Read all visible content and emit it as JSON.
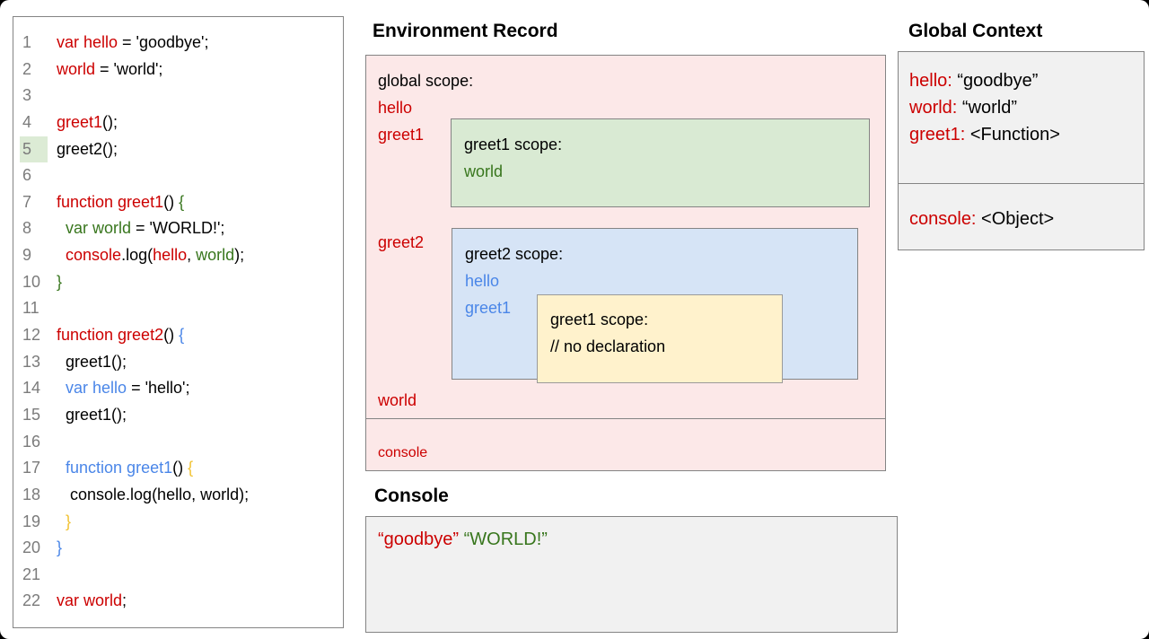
{
  "colors": {
    "r": "#cc0000",
    "g": "#38761d",
    "b": "#4a86e8",
    "o": "#f1c232",
    "k": "#000000",
    "line_number": "#7b7b7b",
    "line_highlight": "#dcebd5",
    "global_scope_bg": "#fce8e8",
    "greet1_scope_bg": "#d9ead3",
    "greet2_scope_bg": "#d6e4f6",
    "nested_scope_bg": "#fff2cc",
    "panel_bg": "#f1f1f1",
    "border": "#848484"
  },
  "headings": {
    "environment_record": "Environment Record",
    "console": "Console",
    "global_context": "Global Context"
  },
  "code": {
    "lines": [
      {
        "n": "1",
        "hl": false,
        "toks": [
          [
            "var hello",
            "r"
          ],
          [
            " = 'goodbye';",
            "k"
          ]
        ]
      },
      {
        "n": "2",
        "hl": false,
        "toks": [
          [
            "world",
            "r"
          ],
          [
            " = 'world';",
            "k"
          ]
        ]
      },
      {
        "n": "3",
        "hl": false,
        "toks": []
      },
      {
        "n": "4",
        "hl": false,
        "toks": [
          [
            "greet1",
            "r"
          ],
          [
            "();",
            "k"
          ]
        ]
      },
      {
        "n": "5",
        "hl": true,
        "toks": [
          [
            "greet2();",
            "k"
          ]
        ]
      },
      {
        "n": "6",
        "hl": false,
        "toks": []
      },
      {
        "n": "7",
        "hl": false,
        "toks": [
          [
            "function greet1",
            "r"
          ],
          [
            "() ",
            "k"
          ],
          [
            "{",
            "g"
          ]
        ]
      },
      {
        "n": "8",
        "hl": false,
        "toks": [
          [
            "  ",
            "k"
          ],
          [
            "var world",
            "g"
          ],
          [
            " = 'WORLD!';",
            "k"
          ]
        ]
      },
      {
        "n": "9",
        "hl": false,
        "toks": [
          [
            "  ",
            "k"
          ],
          [
            "console",
            "r"
          ],
          [
            ".log(",
            "k"
          ],
          [
            "hello",
            "r"
          ],
          [
            ", ",
            "k"
          ],
          [
            "world",
            "g"
          ],
          [
            ");",
            "k"
          ]
        ]
      },
      {
        "n": "10",
        "hl": false,
        "toks": [
          [
            "}",
            "g"
          ]
        ]
      },
      {
        "n": "11",
        "hl": false,
        "toks": []
      },
      {
        "n": "12",
        "hl": false,
        "toks": [
          [
            "function greet2",
            "r"
          ],
          [
            "() ",
            "k"
          ],
          [
            "{",
            "b"
          ]
        ]
      },
      {
        "n": "13",
        "hl": false,
        "toks": [
          [
            "  greet1();",
            "k"
          ]
        ]
      },
      {
        "n": "14",
        "hl": false,
        "toks": [
          [
            "  ",
            "k"
          ],
          [
            "var hello",
            "b"
          ],
          [
            " = 'hello';",
            "k"
          ]
        ]
      },
      {
        "n": "15",
        "hl": false,
        "toks": [
          [
            "  greet1();",
            "k"
          ]
        ]
      },
      {
        "n": "16",
        "hl": false,
        "toks": []
      },
      {
        "n": "17",
        "hl": false,
        "toks": [
          [
            "  ",
            "k"
          ],
          [
            "function greet1",
            "b"
          ],
          [
            "() ",
            "k"
          ],
          [
            "{",
            "o"
          ]
        ]
      },
      {
        "n": "18",
        "hl": false,
        "toks": [
          [
            "   console.log(hello, world);",
            "k"
          ]
        ]
      },
      {
        "n": "19",
        "hl": false,
        "toks": [
          [
            "  ",
            "k"
          ],
          [
            "}",
            "o"
          ]
        ]
      },
      {
        "n": "20",
        "hl": false,
        "toks": [
          [
            "}",
            "b"
          ]
        ]
      },
      {
        "n": "21",
        "hl": false,
        "toks": []
      },
      {
        "n": "22",
        "hl": false,
        "toks": [
          [
            "var world",
            "r"
          ],
          [
            ";",
            "k"
          ]
        ]
      }
    ]
  },
  "env_record": {
    "global_scope_title": "global scope:",
    "var_hello": "hello",
    "var_greet1": "greet1",
    "var_greet2": "greet2",
    "var_world": "world",
    "console_label": "console",
    "greet1_scope": {
      "title": "greet1 scope:",
      "var_world": "world"
    },
    "greet2_scope": {
      "title": "greet2 scope:",
      "var_hello": "hello",
      "var_greet1": "greet1"
    },
    "nested_greet1_scope": {
      "title": "greet1 scope:",
      "comment": "// no declaration"
    }
  },
  "global_context": {
    "hello_key": "hello:",
    "hello_value": " “goodbye”",
    "world_key": "world:",
    "world_value": " “world”",
    "greet1_key": "greet1:",
    "greet1_value": " <Function>",
    "console_key": "console:",
    "console_value": " <Object>"
  },
  "console_output": {
    "arg1": "“goodbye”",
    "sep": " ",
    "arg2": "“WORLD!”"
  }
}
